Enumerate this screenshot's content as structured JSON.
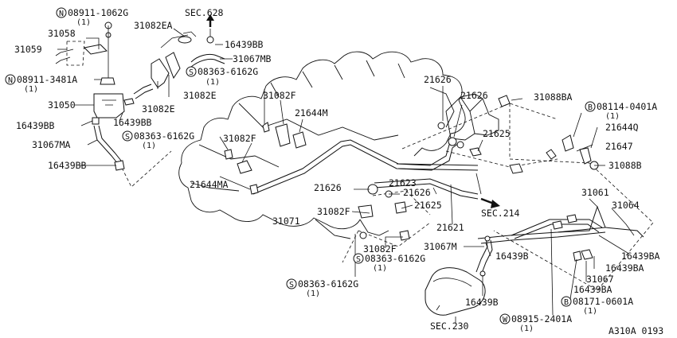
{
  "labels": {
    "n_08911_1062g": "08911-1062G",
    "q1a": "(1)",
    "sec628": "SEC.628",
    "p31058": "31058",
    "p31082ea": "31082EA",
    "p16439bb_a": "16439BB",
    "p31059": "31059",
    "p31067mb": "31067MB",
    "s_08363_6162g_a": "08363-6162G",
    "q1b": "(1)",
    "n_08911_3481a": "08911-3481A",
    "q1c": "(1)",
    "p31082e_a": "31082E",
    "p31050": "31050",
    "p31082e_b": "31082E",
    "p16439bb_b": "16439BB",
    "p16439bb_c": "16439BB",
    "p31067ma": "31067MA",
    "p16439bb_d": "16439BB",
    "p31082f_a": "31082F",
    "p21644m": "21644M",
    "p21626_a": "21626",
    "p21626_b": "21626",
    "p31088ba": "31088BA",
    "b_08114_0401a": "08114-0401A",
    "q1d": "(1)",
    "p21644q": "21644Q",
    "p21625_a": "21625",
    "p21647": "21647",
    "s_08363_6162g_b": "08363-6162G",
    "q1e": "(1)",
    "p31082f_b": "31082F",
    "p31088b": "31088B",
    "p21644ma": "21644MA",
    "p21626_c": "21626",
    "p21623": "21623",
    "p21626_d": "21626",
    "p31061": "31061",
    "p31064": "31064",
    "p31082f_c": "31082F",
    "p21625_b": "21625",
    "sec214": "SEC.214",
    "p31071": "31071",
    "p21621": "21621",
    "p31067m": "31067M",
    "p16439b_a": "16439B",
    "p16439ba_a": "16439BA",
    "p31082f_d": "31082F",
    "s_08363_6162g_c": "08363-6162G",
    "q1f": "(1)",
    "p16439ba_b": "16439BA",
    "p31067": "31067",
    "p16439ba_c": "16439BA",
    "s_08363_6162g_d": "08363-6162G",
    "q1g": "(1)",
    "p16439b_b": "16439B",
    "b_08171_0601a": "08171-0601A",
    "q1h": "(1)",
    "w_08915_2401a": "08915-2401A",
    "q1i": "(1)",
    "sec230": "SEC.230",
    "diagram_code": "A310A 0193"
  },
  "symbols": {
    "n": "N",
    "s": "S",
    "b": "B",
    "w": "W"
  }
}
